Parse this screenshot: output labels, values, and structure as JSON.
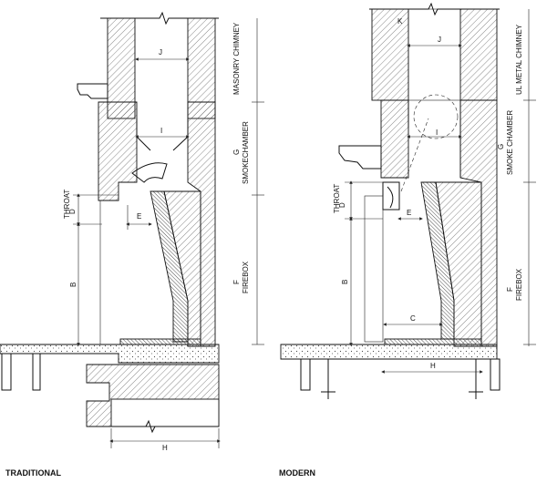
{
  "captions": {
    "left": "TRADITIONAL",
    "right": "MODERN"
  },
  "traditional": {
    "zones": [
      {
        "label": "MASONRY CHIMNEY"
      },
      {
        "label": "SMOKECHAMBER",
        "letter": "G"
      },
      {
        "label": "FIREBOX",
        "letter": "F"
      }
    ],
    "dims": {
      "J": "J",
      "I": "I",
      "E": "E",
      "D": "D",
      "D_text": "THROAT",
      "B": "B",
      "H": "H"
    }
  },
  "modern": {
    "zones": [
      {
        "label": "UL METAL CHIMNEY"
      },
      {
        "label": "SMOKE CHAMBER",
        "letter": "G"
      },
      {
        "label": "FIREBOX",
        "letter": "F"
      }
    ],
    "dims": {
      "K": "K",
      "J": "J",
      "I": "I",
      "E": "E",
      "D": "D",
      "D_text": "THROAT",
      "B": "B",
      "C": "C",
      "H": "H"
    }
  }
}
